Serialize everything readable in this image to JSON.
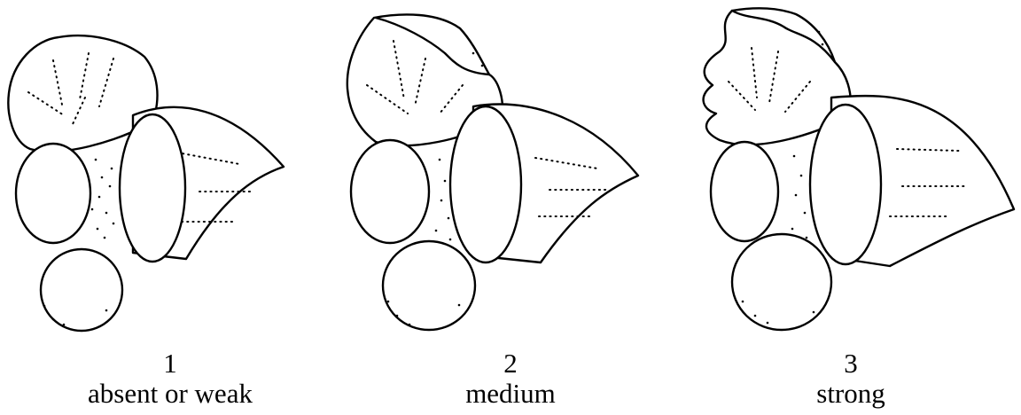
{
  "figures": [
    {
      "number": "1",
      "label": "absent or weak"
    },
    {
      "number": "2",
      "label": "medium"
    },
    {
      "number": "3",
      "label": "strong"
    }
  ],
  "colors": {
    "line": "#000000",
    "background": "#ffffff"
  }
}
